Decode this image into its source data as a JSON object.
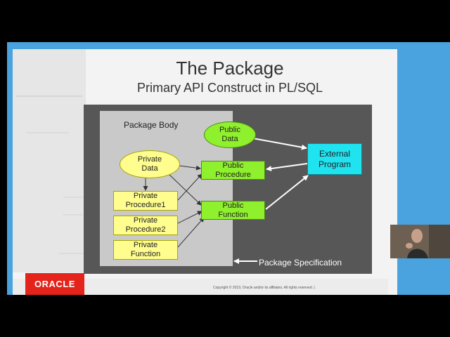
{
  "slide": {
    "title": "The Package",
    "subtitle": "Primary API Construct in PL/SQL"
  },
  "diagram": {
    "package_body_label": "Package Body",
    "package_spec_label": "Package Specification",
    "public_data": "Public\nData",
    "private_data": "Private\nData",
    "public_procedure": "Public\nProcedure",
    "public_function": "Public\nFunction",
    "private_procedure1": "Private\nProcedure1",
    "private_procedure2": "Private\nProcedure2",
    "private_function": "Private\nFunction",
    "external_program": "External\nProgram"
  },
  "footer": {
    "logo_text": "ORACLE",
    "copyright": "Copyright © 2019, Oracle and/or its affiliates. All rights reserved.  |"
  },
  "colors": {
    "slide_frame": "#4aa3df",
    "diagram_bg": "#575757",
    "package_body_bg": "#c9c9c9",
    "yellow_node": "#fefd8e",
    "green_node": "#8ff02e",
    "cyan_node": "#20e3f0",
    "oracle_red": "#e4231a"
  }
}
